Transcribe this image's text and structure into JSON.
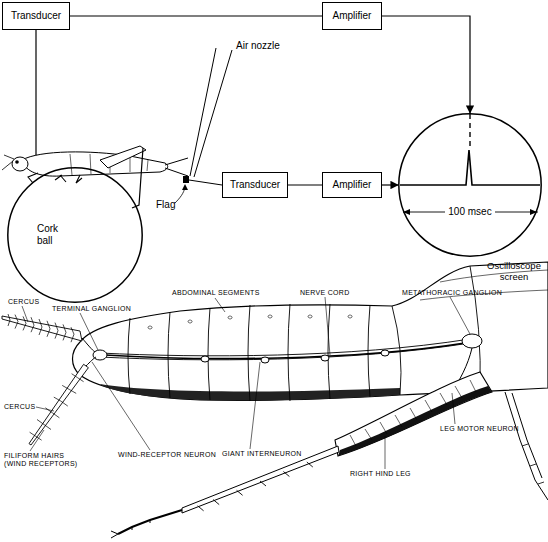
{
  "diagram": {
    "nodes": [
      {
        "text": [
          "Transducer"
        ]
      },
      {
        "text": [
          "Amplifier"
        ]
      },
      {
        "text": [
          "100 msec",
          "Oscilloscope screen"
        ]
      },
      {
        "text": [
          "Transducer"
        ]
      },
      {
        "text": [
          "Amplifier"
        ]
      },
      {
        "text": [
          "Cork ball"
        ]
      }
    ],
    "edges": [
      {
        "from": 0,
        "to": 1,
        "arrow": "none"
      },
      {
        "from": 1,
        "to": 2,
        "arrow": "to"
      },
      {
        "from": 3,
        "to": 4,
        "arrow": "none"
      },
      {
        "from": 4,
        "to": 2,
        "arrow": "to"
      }
    ],
    "labels": [
      "Air nozzle",
      "Flag",
      "CERCUS",
      "TERMINAL GANGLION",
      "ABDOMINAL SEGMENTS",
      "NERVE CORD",
      "METATHORACIC GANGLION",
      "CERCUS",
      "FILIFORM HAIRS (WIND RECEPTORS)",
      "WIND-RECEPTOR NEURON",
      "GIANT INTERNEURON",
      "LEG MOTOR NEURON",
      "RIGHT HIND LEG"
    ]
  }
}
